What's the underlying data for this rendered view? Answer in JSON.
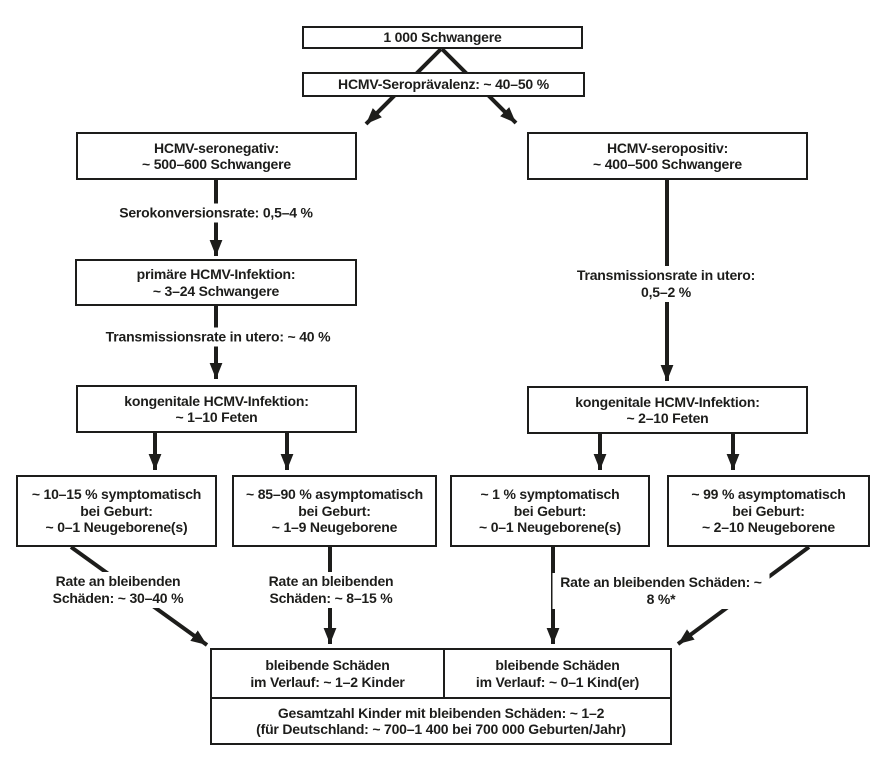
{
  "colors": {
    "ink": "#1d1d1b",
    "background": "#ffffff"
  },
  "nodes": {
    "pregnant": "1 000 Schwangere",
    "seroprevalence": "HCMV-Seroprävalenz: ~ 40–50 %",
    "seronegative": "HCMV-seronegativ:\n~ 500–600 Schwangere",
    "seropositive": "HCMV-seropositiv:\n~ 400–500 Schwangere",
    "primary_infection": "primäre HCMV-Infektion:\n~ 3–24 Schwangere",
    "congenital_left": "kongenitale HCMV-Infektion:\n~ 1–10 Feten",
    "congenital_right": "kongenitale HCMV-Infektion:\n~ 2–10 Feten",
    "symptomatic_left": "~ 10–15 % symptomatisch\nbei Geburt:\n~ 0–1 Neugeborene(s)",
    "asymptomatic_left": "~ 85–90 % asymptomatisch\nbei Geburt:\n~ 1–9 Neugeborene",
    "symptomatic_right": "~ 1 % symptomatisch\nbei Geburt:\n~ 0–1 Neugeborene(s)",
    "asymptomatic_right": "~ 99 % asymptomatisch\nbei Geburt:\n~ 2–10 Neugeborene",
    "damage_course_left": "bleibende Schäden\nim Verlauf: ~ 1–2 Kinder",
    "damage_course_right": "bleibende Schäden\nim Verlauf: ~ 0–1 Kind(er)",
    "total": "Gesamtzahl Kinder mit bleibenden Schäden: ~ 1–2\n(für Deutschland: ~ 700–1 400 bei 700 000 Geburten/Jahr)"
  },
  "edge_labels": {
    "seroconversion": "Serokonversionsrate: 0,5–4 %",
    "transmission_left": "Transmissionsrate in utero: ~ 40 %",
    "transmission_right": "Transmissionsrate in utero: 0,5–2 %",
    "damage_rate_left": "Rate an bleibenden\nSchäden: ~ 30–40 %",
    "damage_rate_mid": "Rate an bleibenden\nSchäden: ~ 8–15 %",
    "damage_rate_right": "Rate an bleibenden Schäden: ~ 8 %*"
  }
}
